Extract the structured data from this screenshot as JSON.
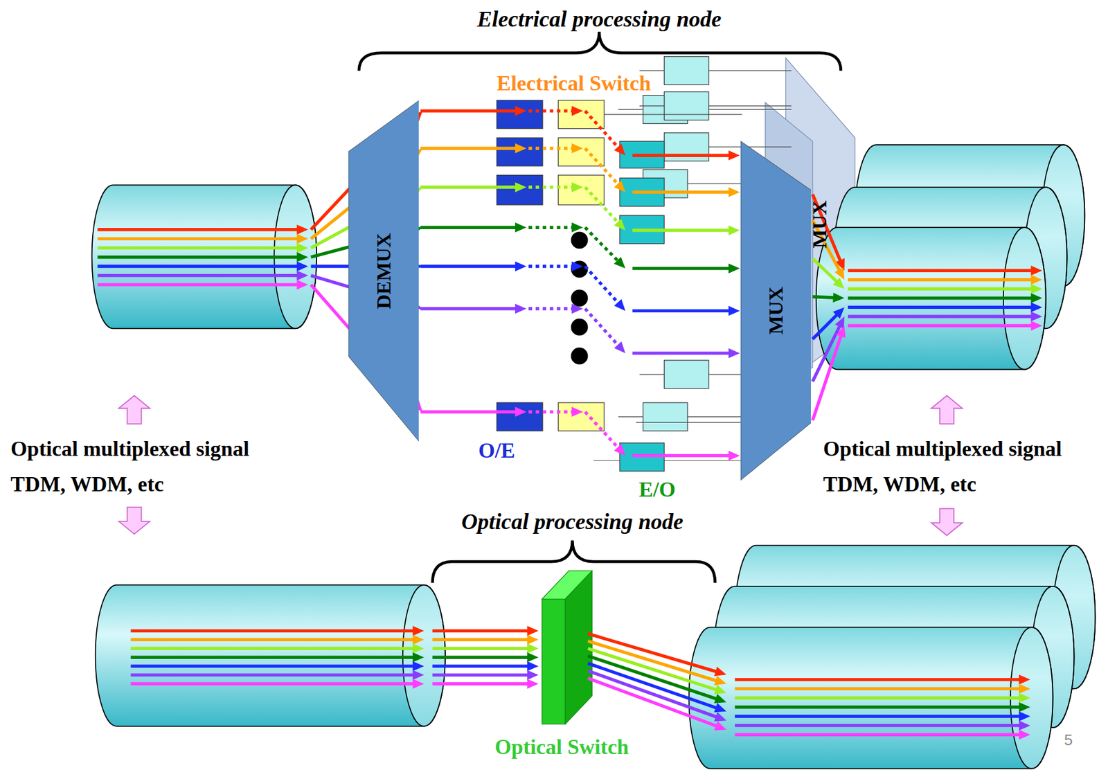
{
  "diagram": {
    "nodes": [
      {
        "text": [
          "DEMUX"
        ]
      },
      {
        "text": [
          "MUX"
        ]
      }
    ],
    "edges": [
      {
        "from": 0,
        "to": 1,
        "arrow": "to"
      },
      {
        "from": 0,
        "to": 1,
        "arrow": "to"
      },
      {
        "from": 0,
        "to": 1,
        "arrow": "to"
      },
      {
        "from": 0,
        "to": 1,
        "arrow": "to"
      },
      {
        "from": 0,
        "to": 1,
        "arrow": "to"
      },
      {
        "from": 0,
        "to": 1,
        "arrow": "to"
      },
      {
        "from": 0,
        "to": 1,
        "arrow": "to"
      }
    ],
    "labels": [
      "Electrical processing node",
      "Electrical Switch",
      "MUX",
      "O/E",
      "E/O",
      "Optical multiplexed signal TDM, WDM, etc",
      "Optical multiplexed signal TDM, WDM, etc",
      "Optical processing node",
      "Optical Switch",
      "5"
    ]
  }
}
